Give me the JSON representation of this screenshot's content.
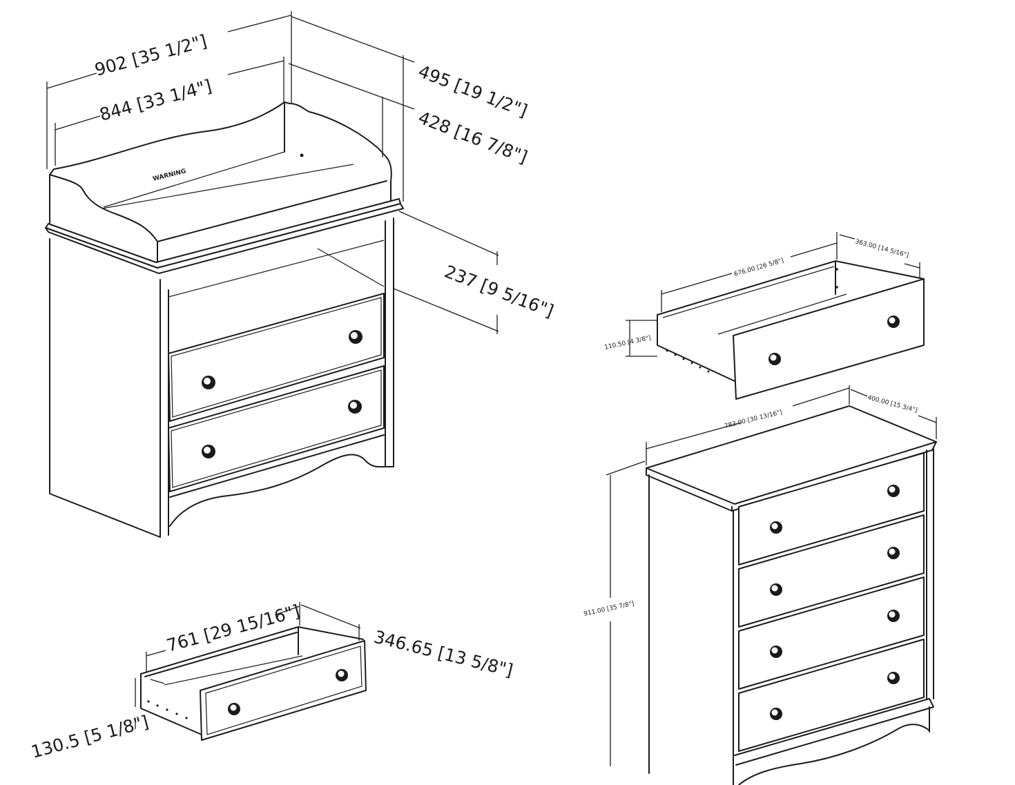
{
  "changing_table": {
    "label_warning": "WARNING",
    "dims": {
      "overall_width": "902 [35 1/2\"]",
      "top_width": "844 [33 1/4\"]",
      "overall_depth": "495 [19 1/2\"]",
      "top_depth": "428 [16 7/8\"]",
      "shelf_height": "237 [9 5/16\"]"
    }
  },
  "table_drawer": {
    "dims": {
      "width": "761 [29 15/16\"]",
      "depth": "346.65 [13 5/8\"]",
      "height": "130.5 [5 1/8\"]"
    }
  },
  "chest_drawer": {
    "dims": {
      "width": "676.00 [26 5/8\"]",
      "depth": "363.00 [14 5/16\"]",
      "height": "110.50 [4 3/8\"]"
    }
  },
  "chest": {
    "dims": {
      "width": "783.00 [30 13/16\"]",
      "depth": "400.00 [15 3/4\"]",
      "height": "911.00 [35 7/8\"]"
    }
  }
}
